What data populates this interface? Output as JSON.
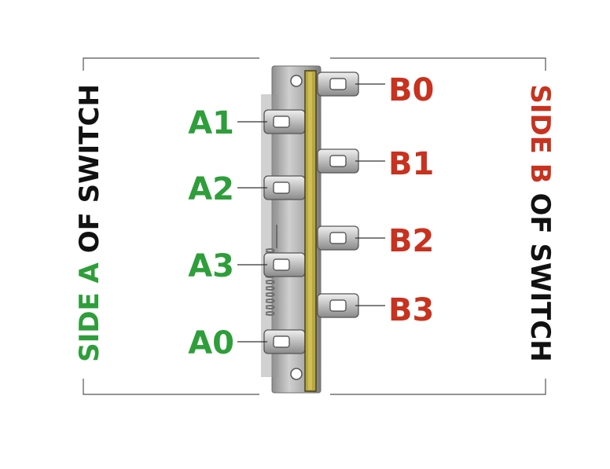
{
  "side_a": {
    "highlight": "SIDE A",
    "rest": " OF SWITCH",
    "color": "#2e9e3a"
  },
  "side_b": {
    "highlight": "SIDE B",
    "rest": " OF SWITCH",
    "color": "#c8321e"
  },
  "terminals_a": [
    "A1",
    "A2",
    "A3",
    "A0"
  ],
  "terminals_b": [
    "B0",
    "B1",
    "B2",
    "B3"
  ],
  "colors": {
    "a": "#2e9e3a",
    "b": "#c8321e",
    "text": "#111111",
    "bracket": "#555555",
    "rail": "#b8a640"
  }
}
